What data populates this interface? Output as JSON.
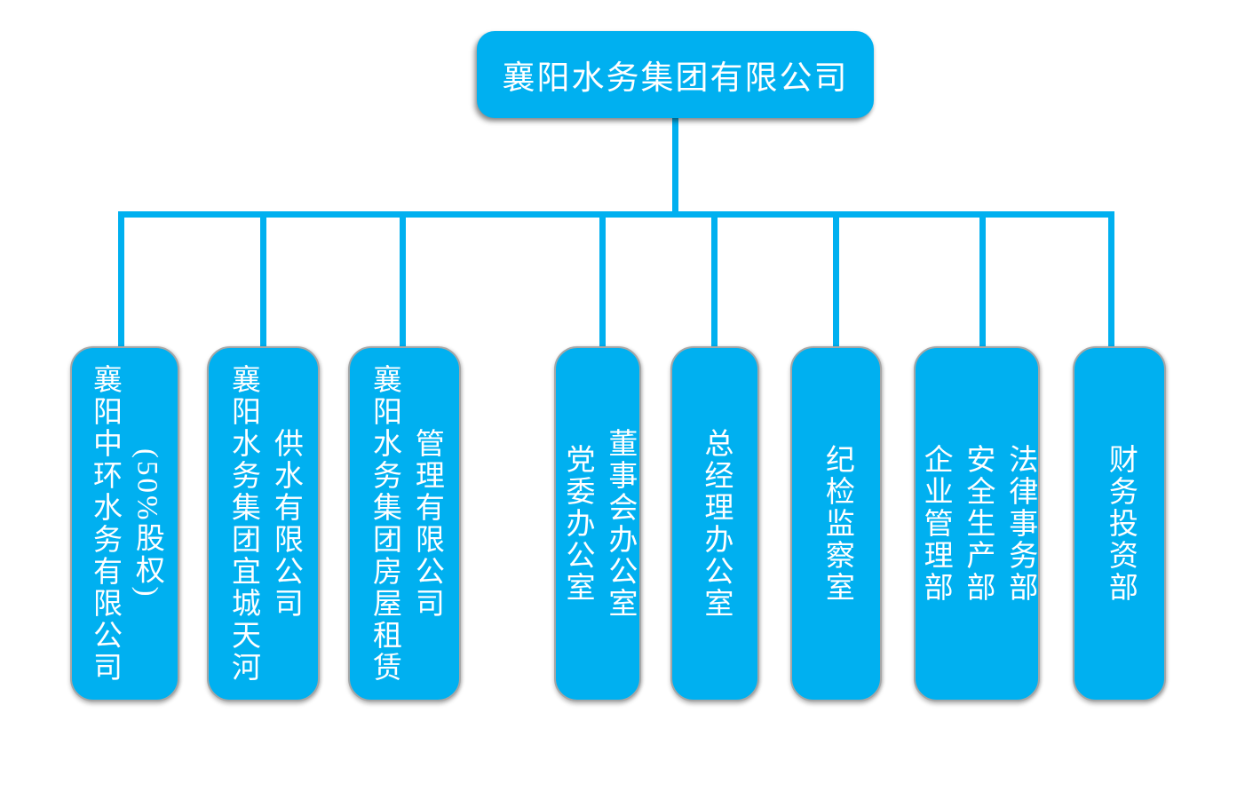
{
  "org_chart": {
    "root": {
      "label": "襄阳水务集团有限公司"
    },
    "departments": [
      {
        "id": "xiangyang-zhonghuan-water",
        "lines": [
          "襄阳中环水务有限公司",
          "(50%股权)"
        ]
      },
      {
        "id": "yicheng-tianhe-water-supply",
        "lines": [
          "襄阳水务集团宜城天河",
          "供水有限公司"
        ]
      },
      {
        "id": "housing-rental-management",
        "lines": [
          "襄阳水务集团房屋租赁",
          "管理有限公司"
        ]
      },
      {
        "id": "party-committee-board-office",
        "lines": [
          "党委办公室",
          "董事会办公室"
        ]
      },
      {
        "id": "general-manager-office",
        "lines": [
          "总经理办公室"
        ]
      },
      {
        "id": "discipline-inspection-office",
        "lines": [
          "纪检监察室"
        ]
      },
      {
        "id": "enterprise-safety-legal-depts",
        "lines": [
          "企业管理部",
          "安全生产部",
          "法律事务部"
        ]
      },
      {
        "id": "finance-investment-dept",
        "lines": [
          "财务投资部"
        ]
      }
    ],
    "colors": {
      "node_fill": "#00B0F0",
      "connector": "#00B0F0",
      "node_text": "#FFFFFF",
      "node_border": "#A6A6A6"
    }
  }
}
